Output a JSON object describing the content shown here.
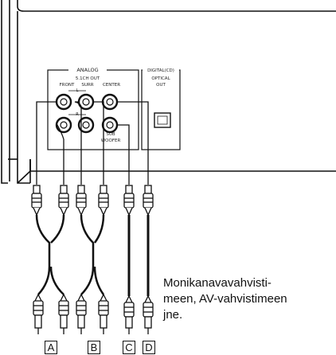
{
  "panel": {
    "analog_label": "ANALOG",
    "out_label": "5.1CH OUT",
    "front_label": "FRONT",
    "surr_label": "SURR",
    "center_label": "CENTER",
    "l_label": "L",
    "r_label": "R",
    "sub_label": "SUB",
    "woofer_label": "WOOFER",
    "digital_label": "DIGITAL(CD)",
    "optical_label": "OPTICAL",
    "optical_out_label": "OUT"
  },
  "caption": "Monikanavavahvisti-\nmeen, AV-vahvistimeen\njne.",
  "cable_labels": [
    "A",
    "B",
    "C",
    "D"
  ],
  "colors": {
    "line": "#111111",
    "background": "#ffffff",
    "panel_label_bg": "#ffffff"
  }
}
